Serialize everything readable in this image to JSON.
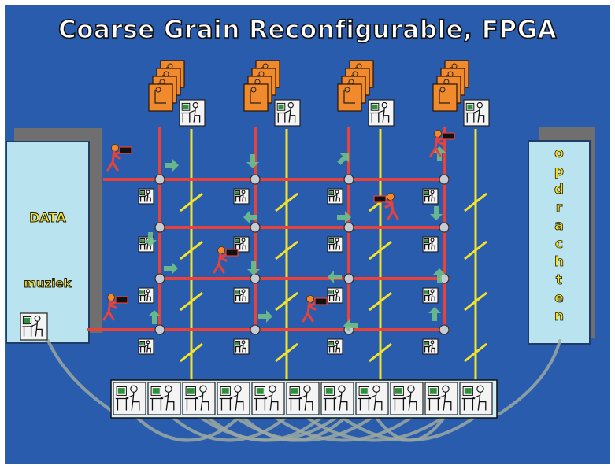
{
  "title": "Coarse Grain Reconfigurable, FPGA",
  "left_panel": {
    "data_label": "DATA",
    "music_label": "muziek"
  },
  "right_panel": {
    "tasks_label": "opdrachten",
    "letters": [
      "o",
      "p",
      "d",
      "r",
      "a",
      "c",
      "h",
      "t",
      "e",
      "n"
    ]
  },
  "colors": {
    "background": "#2a5cae",
    "bus_red": "#e8423a",
    "wire_yellow": "#f2e22c",
    "node_gray": "#c7ccd4",
    "arrow_green": "#6fc08a",
    "panel_fill": "#b9e3ee",
    "panel_shadow": "#6f6f6f",
    "stack_orange": "#f08a2c",
    "cable_gray": "#9aa8a0"
  },
  "grid": {
    "columns": 4,
    "rows": 4
  },
  "bottom_workers": 11,
  "icons": [
    "worker-at-desk-icon",
    "walking-carrier-icon",
    "green-arrow-icon",
    "node-circle-icon"
  ]
}
